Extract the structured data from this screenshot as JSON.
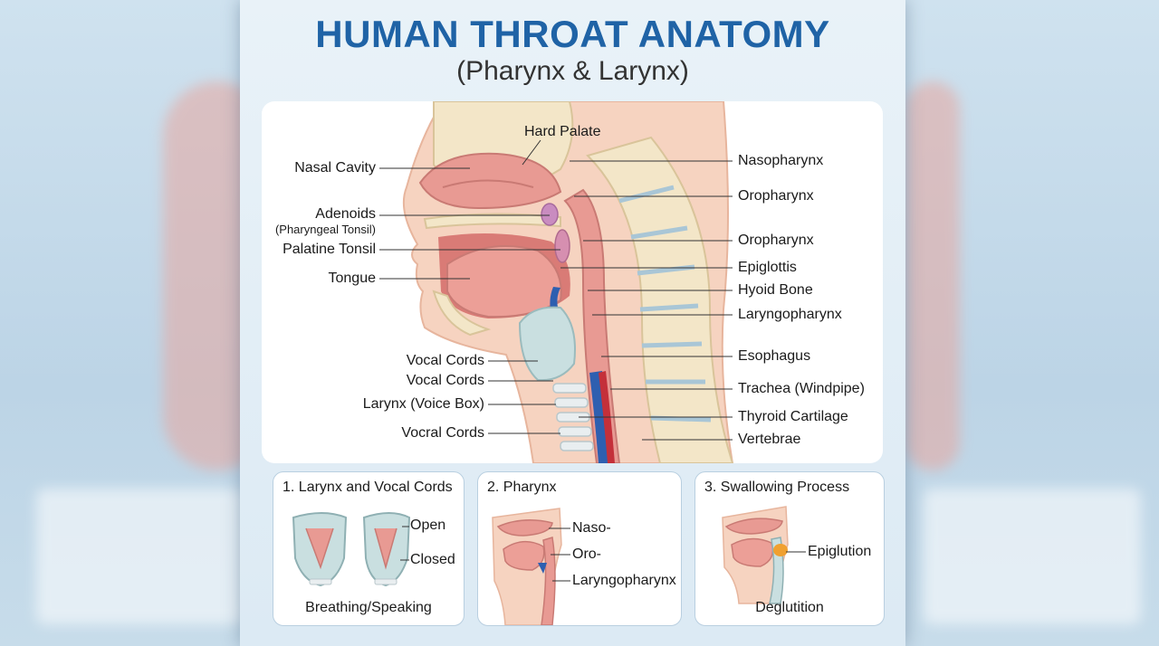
{
  "title": "HUMAN THROAT ANATOMY",
  "subtitle": "(Pharynx & Larynx)",
  "left_labels": {
    "nasal_cavity": "Nasal Cavity",
    "adenoids": "Adenoids",
    "adenoids_sub": "(Pharyngeal Tonsil)",
    "palatine_tonsil": "Palatine Tonsil",
    "tongue": "Tongue",
    "vocal_cords_1": "Vocal Cords",
    "vocal_cords_2": "Vocal Cords",
    "larynx": "Larynx (Voice Box)",
    "vocal_cords_3": "Vocral Cords"
  },
  "top_label": {
    "hard_palate": "Hard Palate"
  },
  "right_labels": {
    "nasopharynx": "Nasopharynx",
    "oropharynx_1": "Oropharynx",
    "oropharynx_2": "Oropharynx",
    "epiglottis": "Epiglottis",
    "hyoid_bone": "Hyoid Bone",
    "laryngopharynx": "Laryngopharynx",
    "esophagus": "Esophagus",
    "trachea": "Trachea (Windpipe)",
    "thyroid_cartilage": "Thyroid Cartilage",
    "vertebrae": "Vertebrae"
  },
  "cards": [
    {
      "title": "1. Larynx and Vocal Cords",
      "labels": [
        "Open",
        "Closed"
      ],
      "caption": "Breathing/Speaking"
    },
    {
      "title": "2. Pharynx",
      "labels": [
        "Naso-",
        "Oro-",
        "Laryngopharynx"
      ],
      "caption": ""
    },
    {
      "title": "3. Swallowing Process",
      "labels": [
        "Epiglution"
      ],
      "caption": "Deglutition"
    }
  ],
  "colors": {
    "title_blue": "#1f63a6",
    "skin": "#f6d3c0",
    "tissue_pink": "#e89a93",
    "bone": "#f3e6c8",
    "cartilage": "#c9dfe0",
    "accent_blue": "#2e5fb0",
    "accent_red": "#c4303a",
    "epiglottis_orange": "#f0a030"
  }
}
